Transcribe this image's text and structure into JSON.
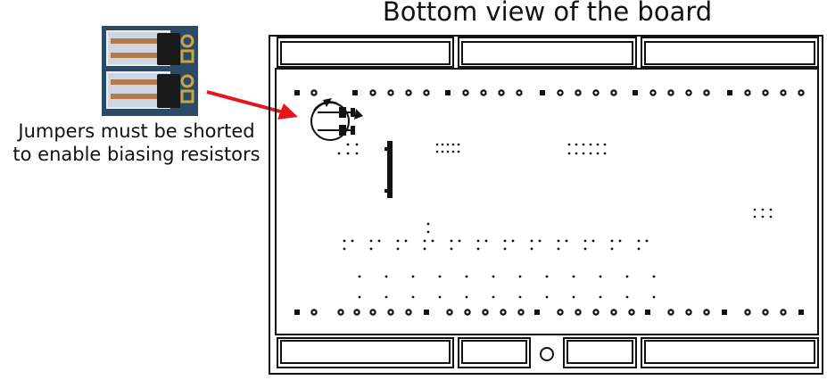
{
  "title": "Bottom view of the board",
  "caption": {
    "line1": "Jumpers must be shorted",
    "line2": "to enable biasing resistors"
  },
  "colors": {
    "arrow": "#e8141b",
    "outline": "#111111",
    "photo_background": "#2b4a66",
    "jumper_cap": "#1a1a1a",
    "copper": "#b37a4c",
    "gold": "#c9a642"
  },
  "icons": {
    "pointer": "red-arrow-icon",
    "rotate": "rotate-arrow-icon",
    "jumper": "jumper-icon"
  }
}
